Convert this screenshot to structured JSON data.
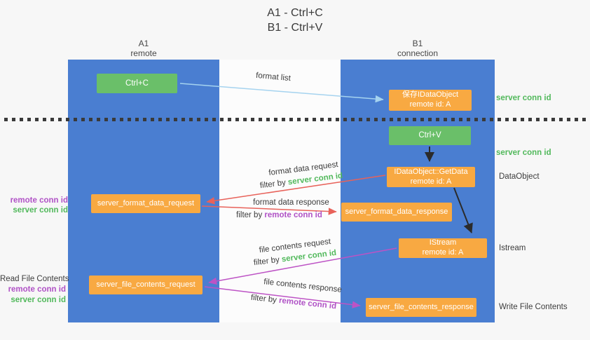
{
  "title": {
    "line1": "A1 - Ctrl+C",
    "line2": "B1 - Ctrl+V"
  },
  "columns": {
    "a1": {
      "name": "A1",
      "subtitle": "remote"
    },
    "b1": {
      "name": "B1",
      "subtitle": "connection"
    }
  },
  "nodes": {
    "ctrl_c": "Ctrl+C",
    "ctrl_v": "Ctrl+V",
    "save_dataobject": {
      "line1": "保存IDataObject",
      "line2": "remote id: A"
    },
    "getdata": {
      "line1": "IDataObject::GetData",
      "line2": "remote id: A"
    },
    "istream": {
      "line1": "IStream",
      "line2": "remote id: A"
    },
    "server_format_data_request": "server_format_data_request",
    "server_format_data_response": "server_format_data_response",
    "server_file_contents_request": "server_file_contents_request",
    "server_file_contents_response": "server_file_contents_response"
  },
  "labels": {
    "format_list": "format list",
    "format_data_request": "format data request",
    "format_data_response": "format data response",
    "file_contents_request": "file contents request",
    "file_contents_response": "file contents response",
    "filter_by": "filter by",
    "server_conn_id": "server conn id",
    "remote_conn_id": "remote conn id",
    "dataobject": "DataObject",
    "istream_side": "Istream",
    "read_file_contents": "Read File Contents",
    "write_file_contents": "Write File Contents"
  },
  "colors": {
    "column_blue": "#4a7ed1",
    "node_green": "#6abf69",
    "node_orange": "#f8a942",
    "id_green": "#52b95c",
    "id_purple": "#b052c6",
    "arrow_red": "#e8625a",
    "arrow_purple": "#bd53c5",
    "arrow_light_blue": "#a5d3ef",
    "arrow_black": "#2b2b2b"
  }
}
